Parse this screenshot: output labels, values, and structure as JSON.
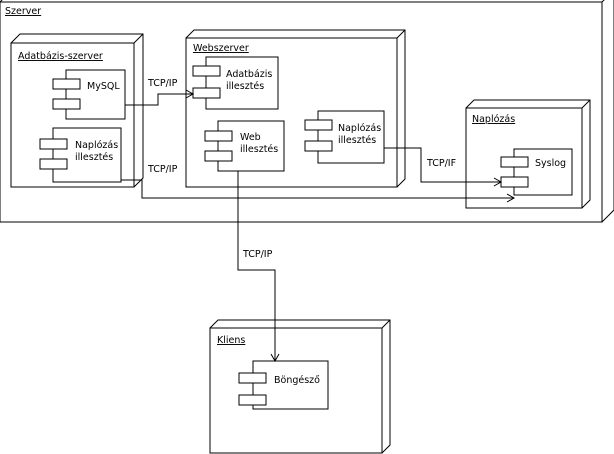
{
  "nodes": {
    "szerver": "Szerver",
    "adatbazis_szerver": "Adatbázis-szerver",
    "webszerver": "Webszerver",
    "naplozas": "Naplózás",
    "kliens": "Kliens"
  },
  "components": {
    "mysql": "MySQL",
    "naplozas_illesztes_1": [
      "Naplózás",
      "illesztés"
    ],
    "adatbazis_illesztes": [
      "Adatbázis",
      "illesztés"
    ],
    "web_illesztes": [
      "Web",
      "illesztés"
    ],
    "naplozas_illesztes_2": [
      "Naplózás",
      "illesztés"
    ],
    "syslog": "Syslog",
    "bongeszo": "Böngésző"
  },
  "connections": {
    "mysql_to_adatbazis": "TCP/IP",
    "naplo1_to_syslog": "TCP/IP",
    "naplo2_to_syslog": "TCP/IF",
    "web_to_bongeszo": "TCP/IP"
  }
}
